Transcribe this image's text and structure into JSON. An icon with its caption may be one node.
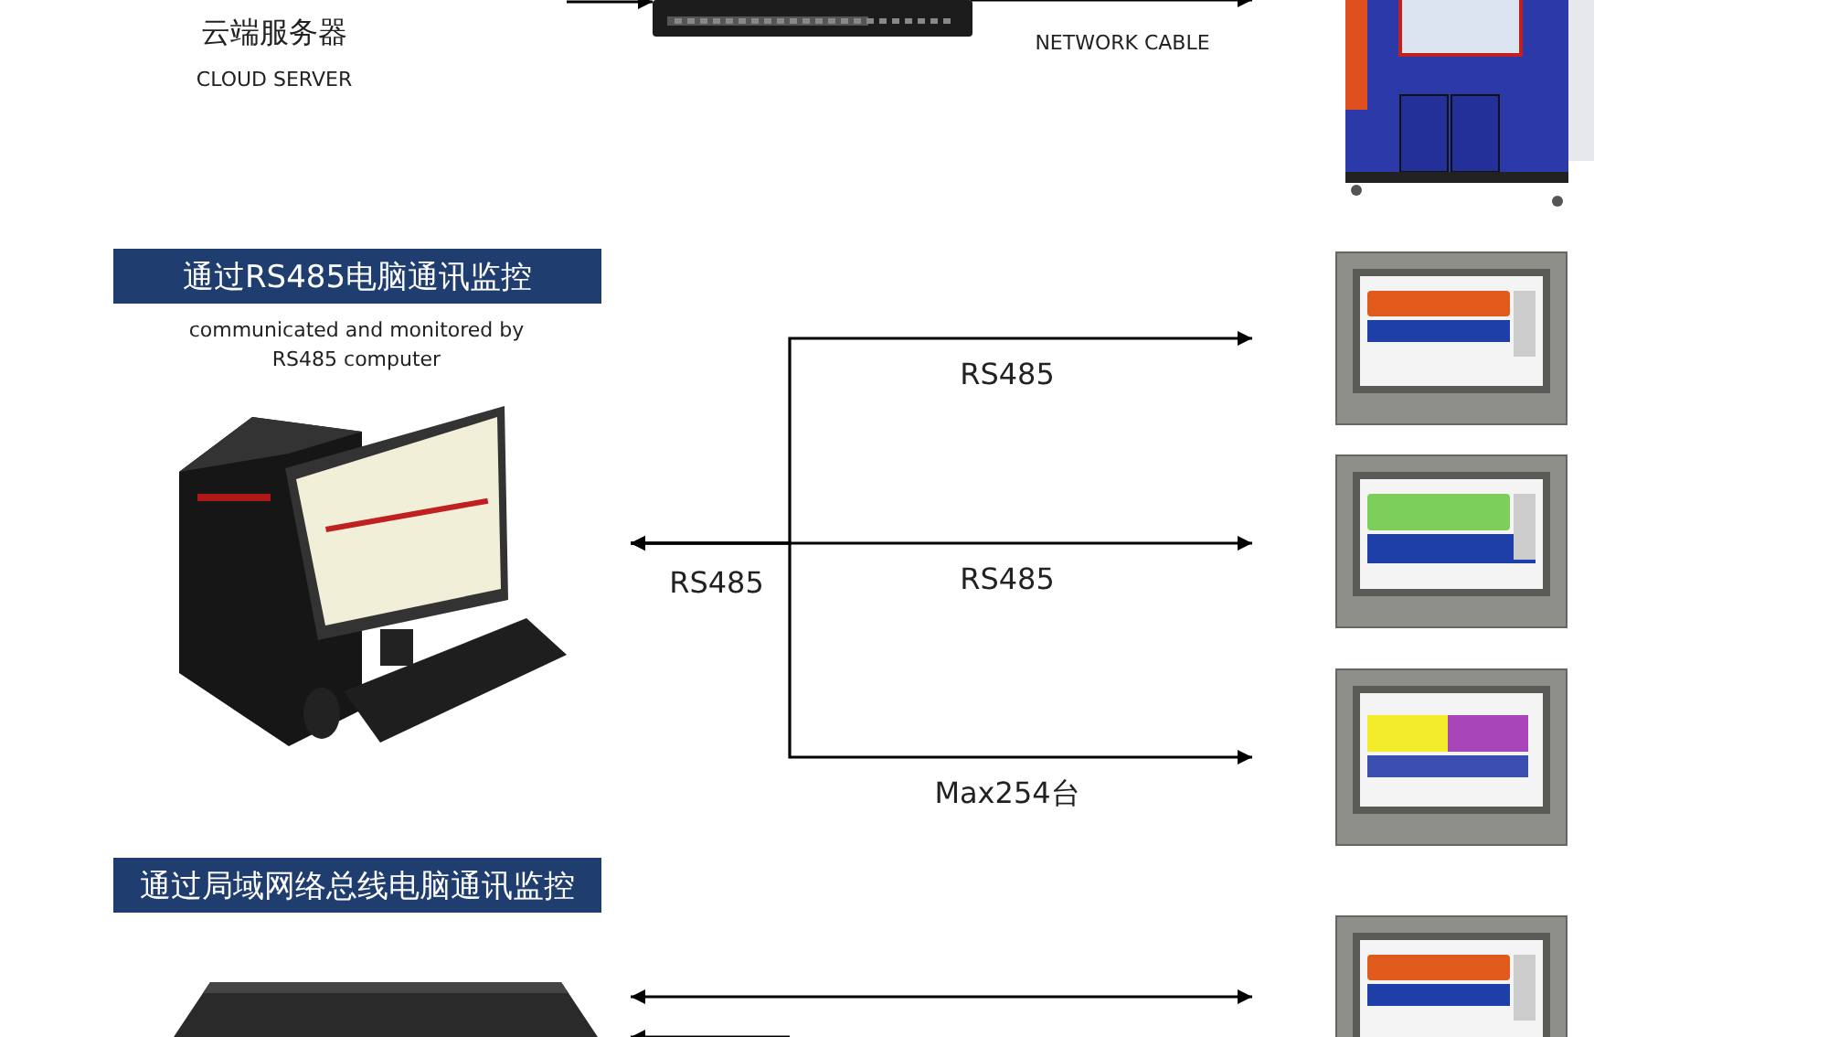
{
  "diagram": {
    "nodes": [
      {
        "text": [
          "云端服务器",
          "CLOUD SERVER"
        ]
      },
      {
        "text": [],
        "shape": "picture"
      },
      {
        "text": [],
        "shape": "picture"
      },
      {
        "text": [
          "通过RS485电脑通讯监控"
        ]
      },
      {
        "text": [],
        "shape": "picture"
      },
      {
        "text": [],
        "shape": "picture"
      },
      {
        "text": [],
        "shape": "picture"
      },
      {
        "text": [],
        "shape": "picture"
      },
      {
        "text": [
          "通过局域网络总线电脑通讯监控"
        ]
      },
      {
        "text": [],
        "shape": "picture"
      },
      {
        "text": [],
        "shape": "picture"
      }
    ],
    "edges": [
      {
        "from": null,
        "to": 1,
        "arrow": "to"
      },
      {
        "from": 1,
        "to": 2,
        "arrow": "to",
        "label": "NETWORK CABLE"
      },
      {
        "from": 4,
        "to": 5,
        "arrow": "both",
        "label": "RS485"
      },
      {
        "from": 4,
        "to": 6,
        "arrow": "both",
        "label": "RS485"
      },
      {
        "from": 4,
        "to": 7,
        "arrow": "both",
        "label": "Max254台"
      },
      {
        "from": 9,
        "to": 10,
        "arrow": "both"
      },
      {
        "from": null,
        "to": 9,
        "arrow": "to"
      }
    ],
    "labels": [
      "communicated and monitored by RS485 computer",
      "RS485"
    ]
  }
}
